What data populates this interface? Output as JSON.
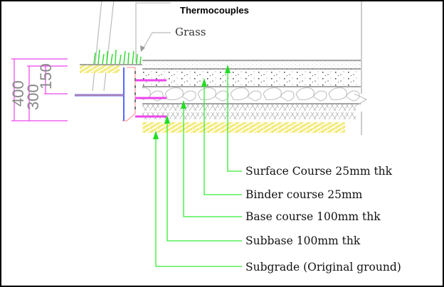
{
  "labels": {
    "thermocouples": "Thermocouples",
    "grass": "Grass",
    "layers": [
      {
        "name": "Surface Course 25mm thk"
      },
      {
        "name": "Binder course 25mm"
      },
      {
        "name": "Base course 100mm thk"
      },
      {
        "name": "Subbase 100mm thk"
      },
      {
        "name": "Subgrade (Original ground)"
      }
    ]
  },
  "dimensions": {
    "total": "400",
    "mid": "300",
    "top": "150"
  },
  "colors": {
    "leader": "#33ee33",
    "dimension": "#ee44ee",
    "subgrade": "#f5f060",
    "pipe_blue": "#5566ff",
    "pipe_orange": "#ff9966"
  }
}
